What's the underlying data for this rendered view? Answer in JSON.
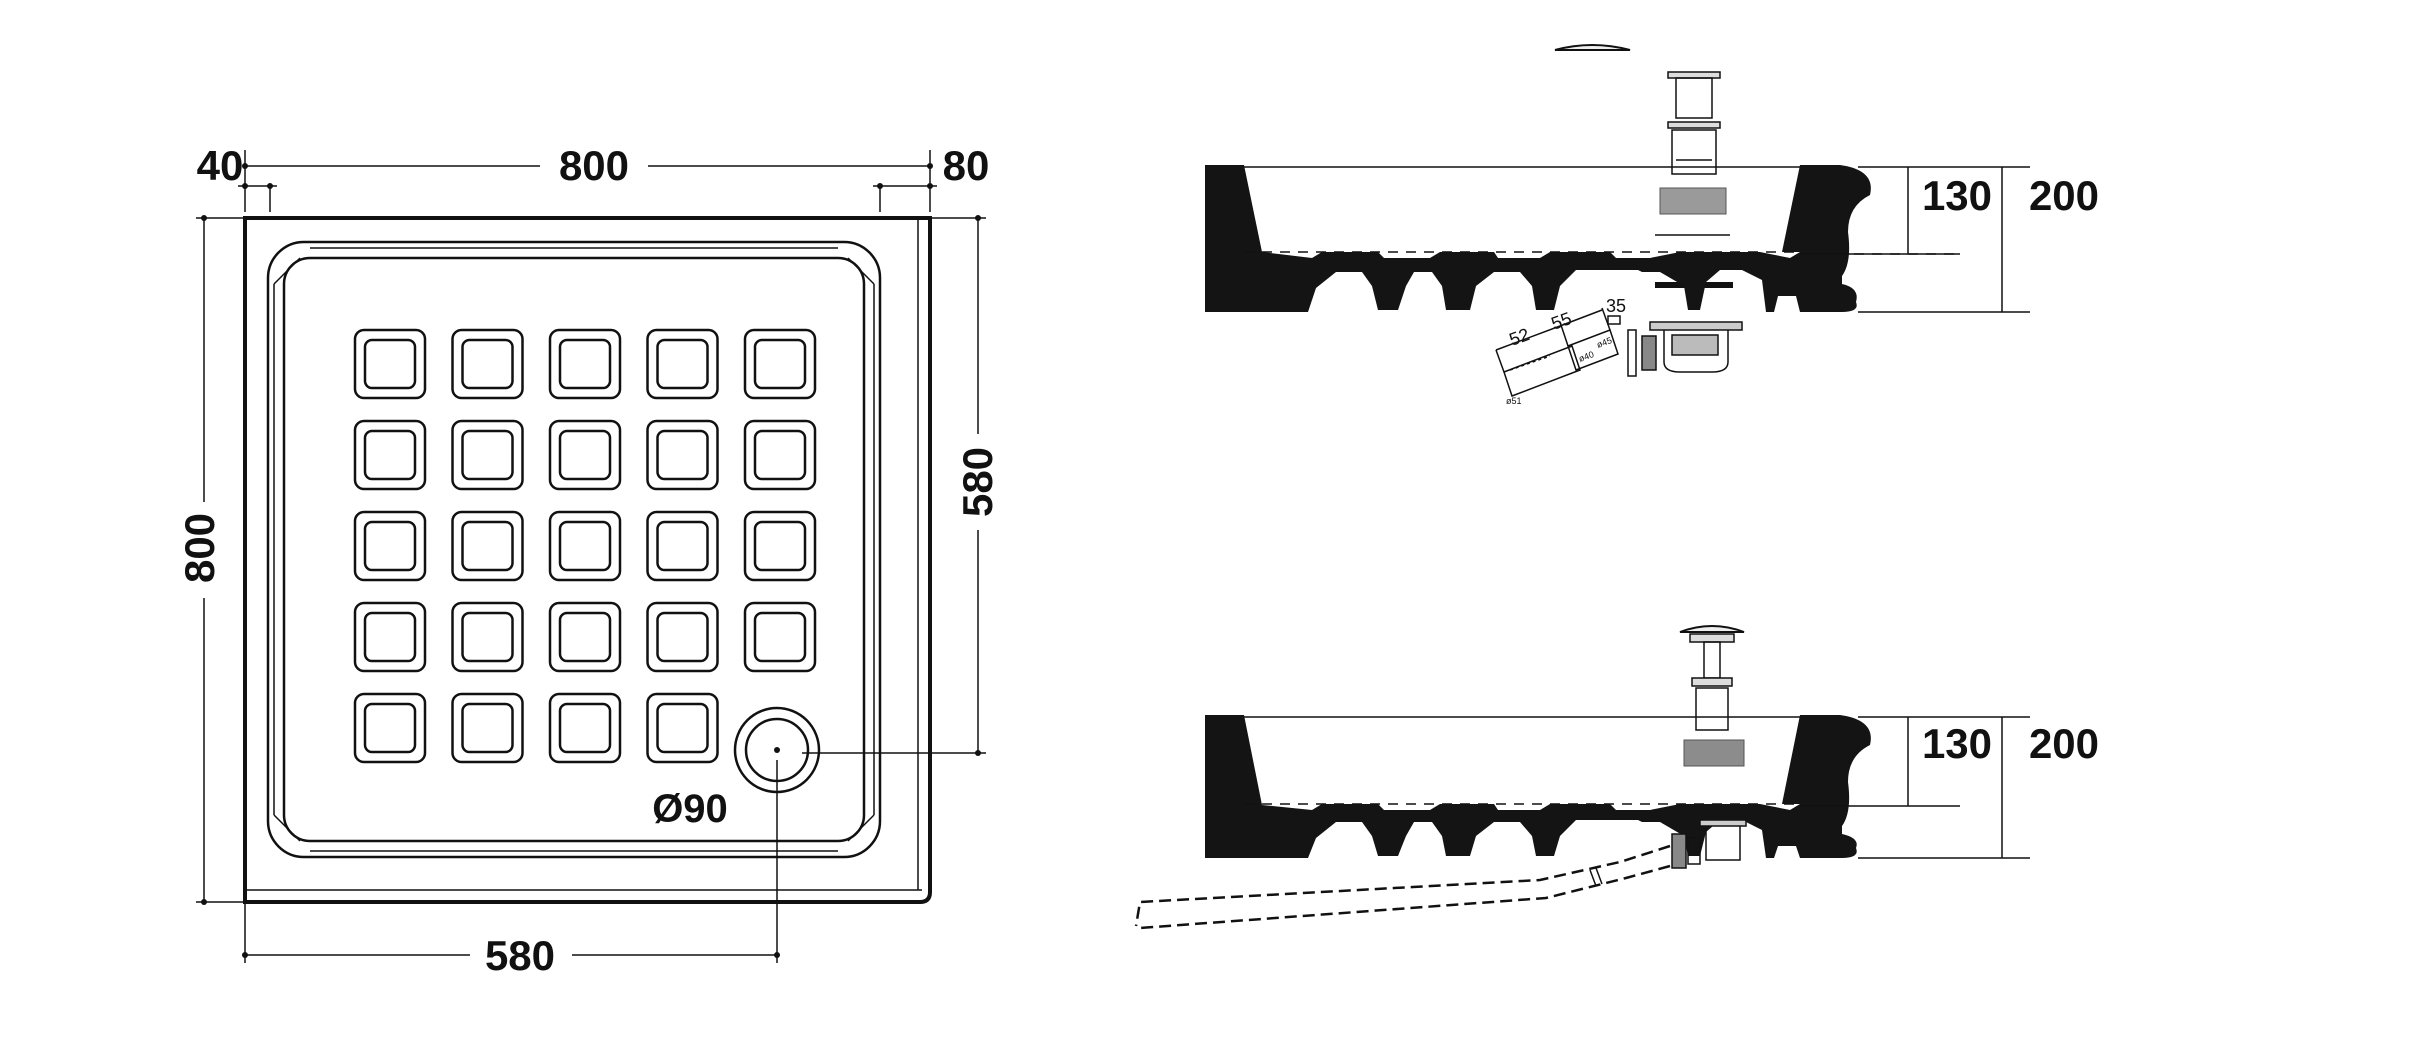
{
  "plan": {
    "dim_width": "800",
    "dim_left_margin": "40",
    "dim_right_margin": "80",
    "dim_height": "800",
    "dim_drain_y": "580",
    "dim_drain_x": "580",
    "drain_diameter": "Ø90",
    "pad_rows": 5,
    "pad_cols": 5
  },
  "section_top": {
    "depth_inner": "130",
    "depth_total": "200",
    "pipe_52": "52",
    "pipe_55": "55",
    "pipe_35": "35",
    "pipe_d40": "ø40",
    "pipe_d51": "ø51",
    "pipe_d45": "ø45"
  },
  "section_bottom": {
    "depth_inner": "130",
    "depth_total": "200"
  },
  "colors": {
    "ink": "#111111",
    "fill": "#141414",
    "paper": "#ffffff",
    "grey": "#777777"
  }
}
